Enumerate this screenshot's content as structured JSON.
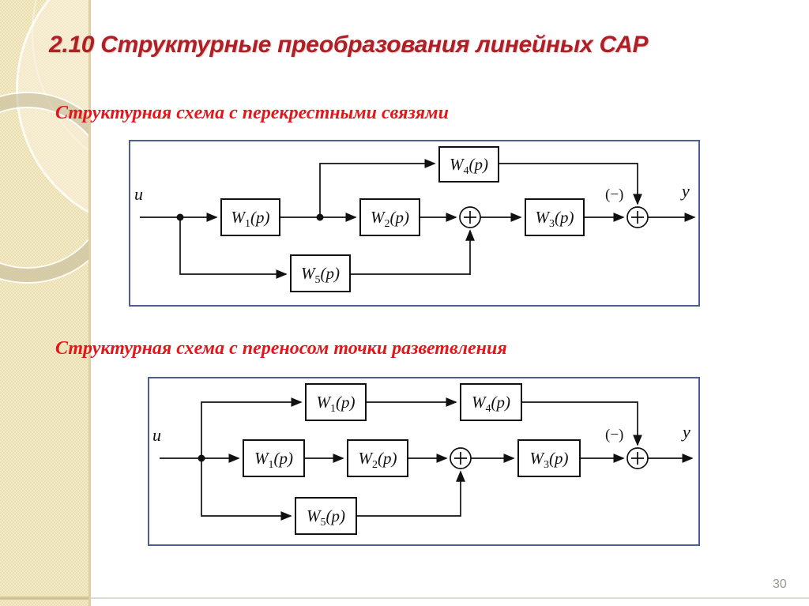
{
  "slide": {
    "title": "2.10 Структурные преобразования линейных САР",
    "page_number": "30"
  },
  "colors": {
    "title_text": "#b01f26",
    "caption_text": "#e3161b",
    "diagram_border": "#4d5d95",
    "stripe": "#ebdfae"
  },
  "diagram1": {
    "caption": "Структурная схема с перекрестными связями",
    "input_label": "u",
    "output_label": "y",
    "minus_label": "(−)",
    "blocks": {
      "w4": {
        "base": "W",
        "sub": "4",
        "arg": "(p)"
      },
      "w1": {
        "base": "W",
        "sub": "1",
        "arg": "(p)"
      },
      "w2": {
        "base": "W",
        "sub": "2",
        "arg": "(p)"
      },
      "w3": {
        "base": "W",
        "sub": "3",
        "arg": "(p)"
      },
      "w5": {
        "base": "W",
        "sub": "5",
        "arg": "(p)"
      }
    }
  },
  "diagram2": {
    "caption": "Структурная схема с переносом точки разветвления",
    "input_label": "u",
    "output_label": "y",
    "minus_label": "(−)",
    "blocks": {
      "w1top": {
        "base": "W",
        "sub": "1",
        "arg": "(p)"
      },
      "w4": {
        "base": "W",
        "sub": "4",
        "arg": "(p)"
      },
      "w1": {
        "base": "W",
        "sub": "1",
        "arg": "(p)"
      },
      "w2": {
        "base": "W",
        "sub": "2",
        "arg": "(p)"
      },
      "w3": {
        "base": "W",
        "sub": "3",
        "arg": "(p)"
      },
      "w5": {
        "base": "W",
        "sub": "5",
        "arg": "(p)"
      }
    }
  }
}
